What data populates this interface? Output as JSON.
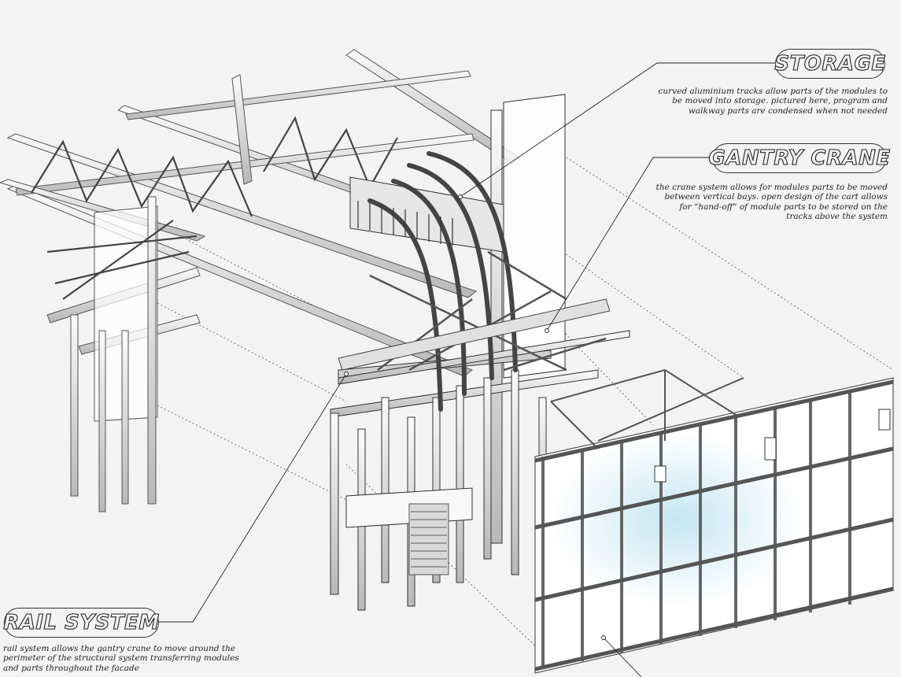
{
  "labels": {
    "storage": {
      "title": "STORAGE",
      "description": "curved aluminium tracks allow parts of the modules to be moved into storage. pictured here, program and walkway parts are condensed when not needed"
    },
    "gantry_crane": {
      "title": "GANTRY CRANE",
      "description": "the crane system allows for modules parts to be moved between vertical bays. open design of the cart allows for “hand-off” of module parts to be stored on the tracks above the system"
    },
    "rail_system": {
      "title": "RAIL SYSTEM",
      "description": "rail system allows the gantry crane to move around the perimeter of the structural system transferring modules and parts throughout the facade"
    }
  },
  "colors": {
    "background": "#f3f3f3",
    "steel_dark": "#555555",
    "steel_light": "#bdbdbd",
    "glass_tint": "#bfe3f2"
  }
}
